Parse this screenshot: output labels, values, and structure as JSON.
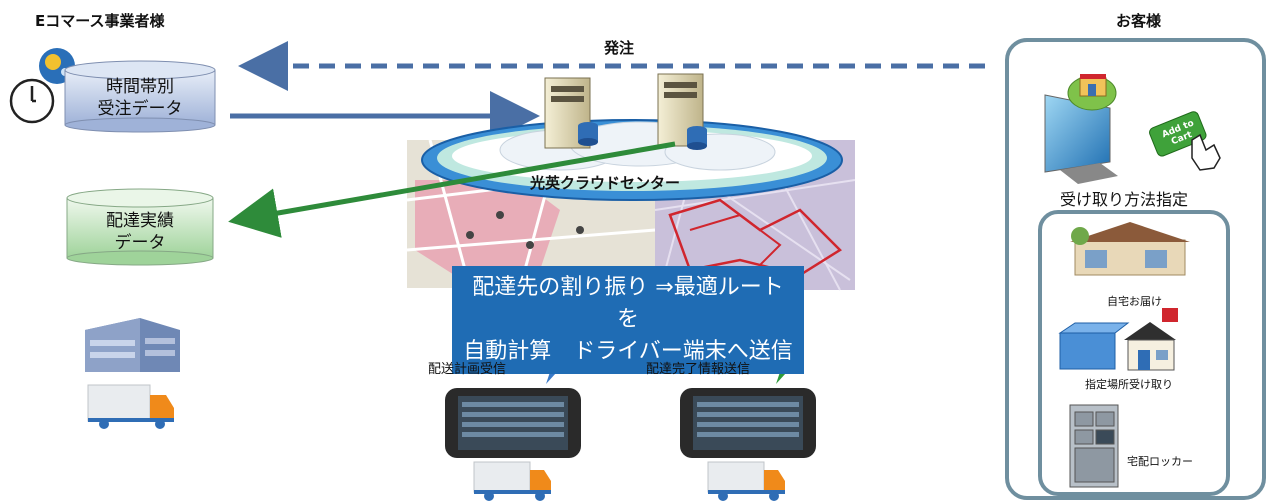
{
  "left": {
    "heading": "Eコマース事業者様",
    "order_db": {
      "line1": "時間帯別",
      "line2": "受注データ"
    },
    "delivery_db": {
      "line1": "配達実績",
      "line2": "データ"
    }
  },
  "center": {
    "order_label": "発注",
    "cloud_label": "光英クラウドセンター",
    "banner": {
      "line1": "配達先の割り振り ⇒最適ルートを",
      "line2": "自動計算　ドライバー端末へ送信"
    },
    "device_left_label": "配送計画受信",
    "device_right_label": "配達完了情報送信"
  },
  "right": {
    "heading": "お客様",
    "method_label": "受け取り方法指定",
    "options": [
      "自宅お届け",
      "指定場所受け取り",
      "宅配ロッカー"
    ],
    "cart_button": "Add to Cart"
  },
  "colors": {
    "arrow_blue": "#4a6fa5",
    "arrow_green": "#2e8b3a",
    "banner_blue": "#1f6cb4",
    "panel_border": "#6f8f9f"
  }
}
